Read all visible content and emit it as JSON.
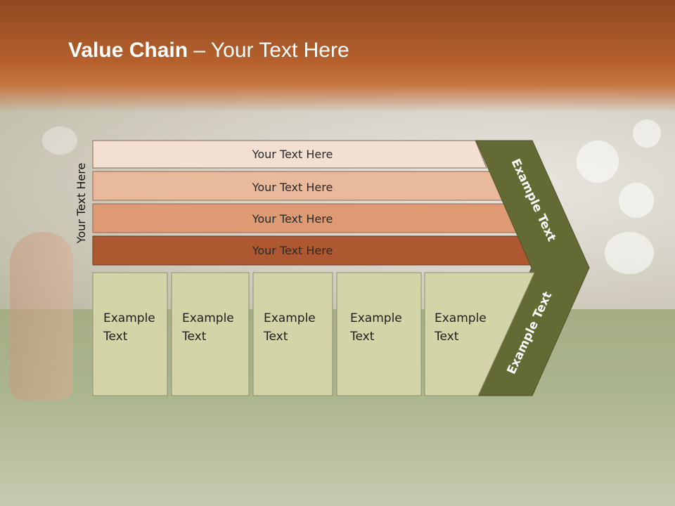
{
  "title": {
    "bold": "Value Chain",
    "rest": " – Your Text Here"
  },
  "side_label": "Your Text Here",
  "bars": [
    {
      "label": "Your Text Here",
      "color": "#f3e0d3"
    },
    {
      "label": "Your Text Here",
      "color": "#e9b99c"
    },
    {
      "label": "Your Text Here",
      "color": "#dd9a73"
    },
    {
      "label": "Your Text Here",
      "color": "#ad5831"
    }
  ],
  "boxes": [
    {
      "line1": "Example",
      "line2": "Text"
    },
    {
      "line1": "Example",
      "line2": "Text"
    },
    {
      "line1": "Example",
      "line2": "Text"
    },
    {
      "line1": "Example",
      "line2": "Text"
    },
    {
      "line1": "Example",
      "line2": "Text"
    }
  ],
  "arrow": {
    "upper_text": "Example Text",
    "lower_text": "Example Text",
    "color": "#636a33"
  },
  "box_color": "#d3d4a8"
}
